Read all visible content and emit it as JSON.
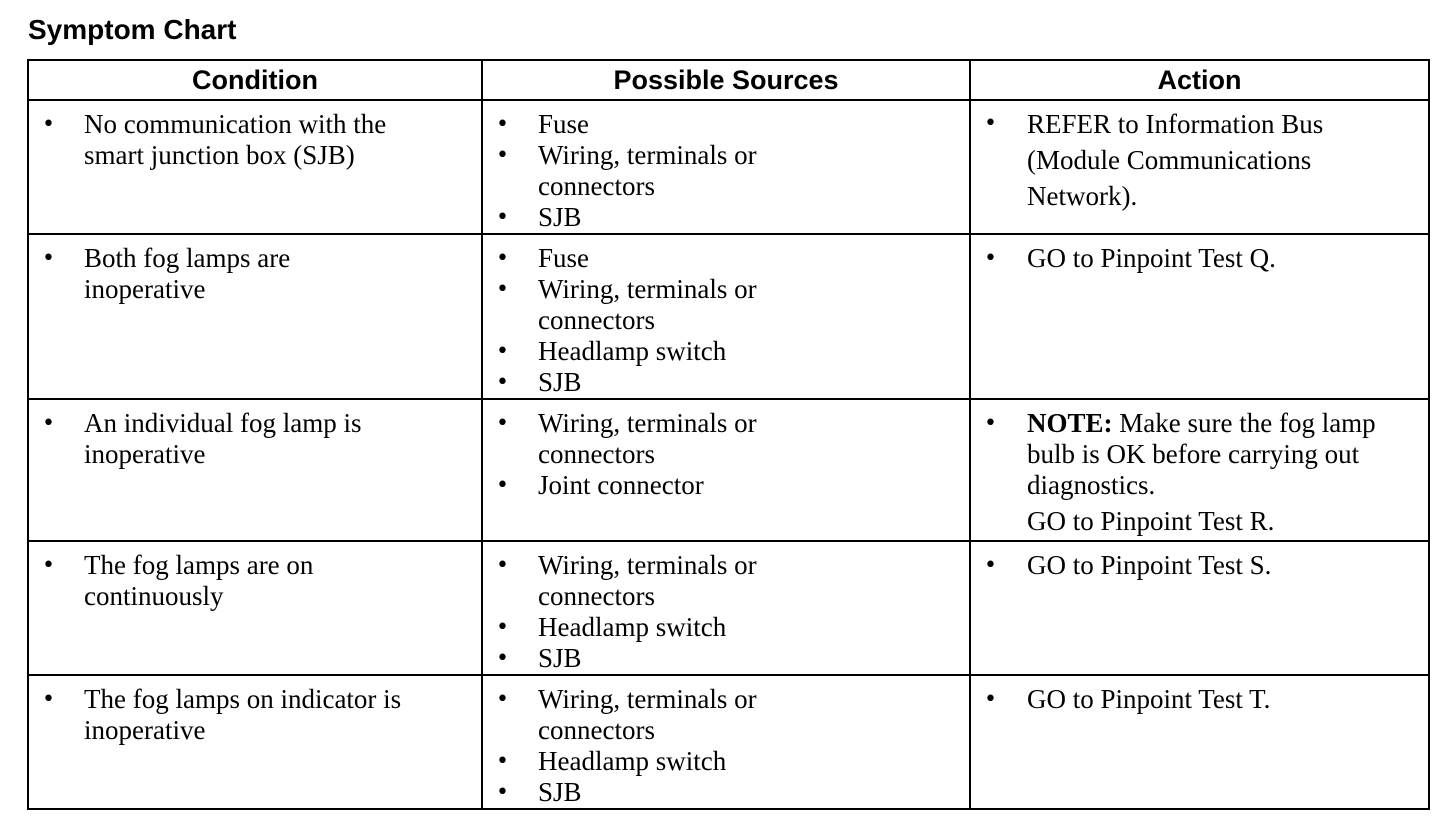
{
  "title": "Symptom Chart",
  "columns": [
    "Condition",
    "Possible Sources",
    "Action"
  ],
  "rows": [
    {
      "condition": "No communication with the smart junction box (SJB)",
      "sources": [
        "Fuse",
        "Wiring, terminals or connectors",
        "SJB"
      ],
      "action": "REFER to Information Bus (Module Communications Network)."
    },
    {
      "condition": "Both fog lamps are inoperative",
      "sources": [
        "Fuse",
        "Wiring, terminals or connectors",
        "Headlamp switch",
        "SJB"
      ],
      "action": "GO to Pinpoint Test Q."
    },
    {
      "condition": "An individual fog lamp is inoperative",
      "sources": [
        "Wiring, terminals or connectors",
        "Joint connector"
      ],
      "action_note_label": "NOTE:",
      "action_note_text": " Make sure the fog lamp bulb is OK before carrying out diagnostics.",
      "action": "GO to Pinpoint Test R."
    },
    {
      "condition": "The fog lamps are on continuously",
      "sources": [
        "Wiring, terminals or connectors",
        "Headlamp switch",
        "SJB"
      ],
      "action": "GO to Pinpoint Test S."
    },
    {
      "condition": "The fog lamps on indicator is inoperative",
      "sources": [
        "Wiring, terminals or connectors",
        "Headlamp switch",
        "SJB"
      ],
      "action": "GO to Pinpoint Test T."
    }
  ]
}
